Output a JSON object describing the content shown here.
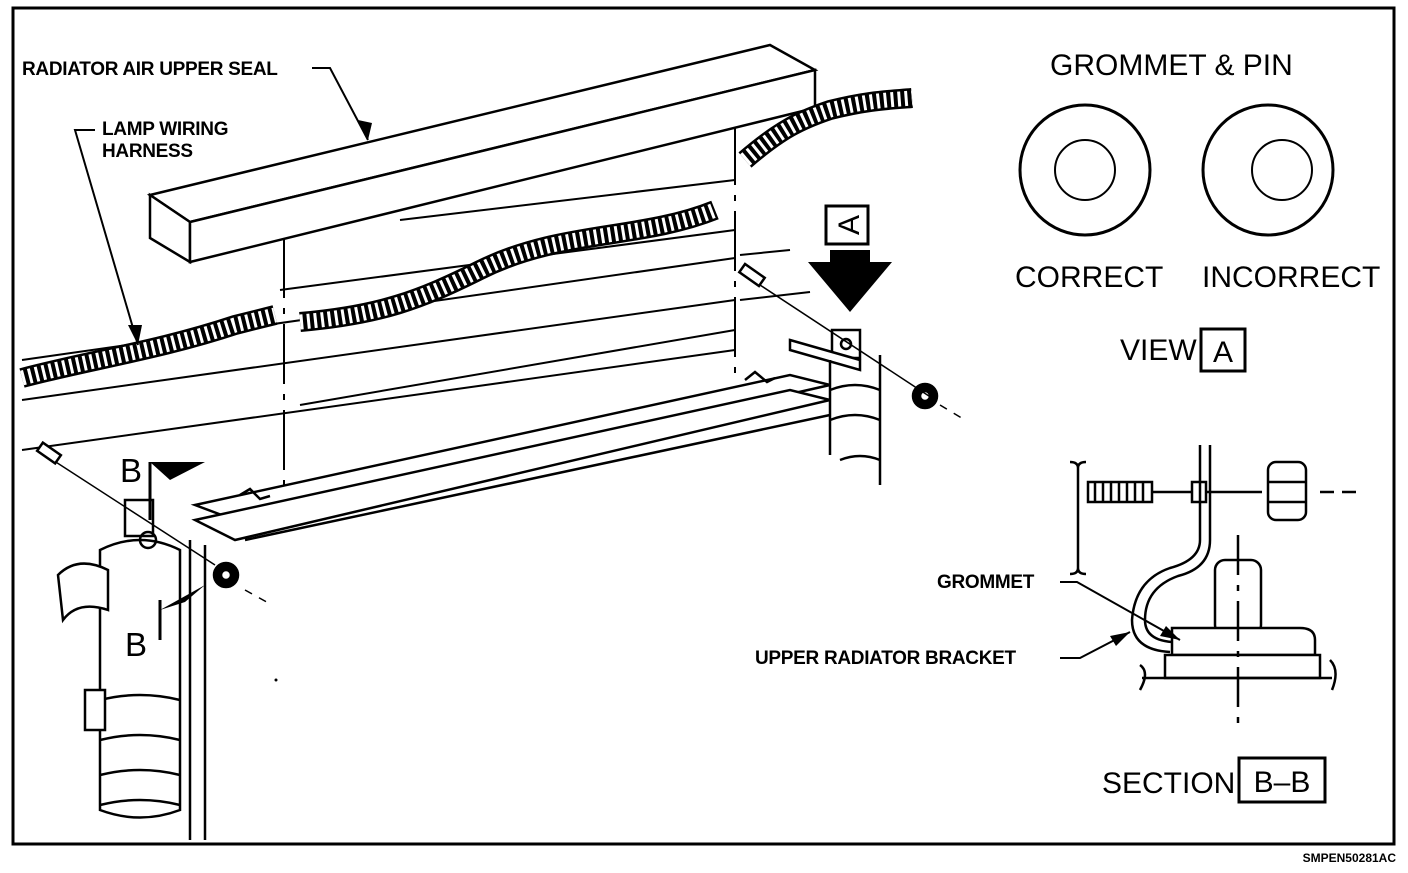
{
  "labels": {
    "upper_seal": "RADIATOR AIR UPPER SEAL",
    "harness_line1": "LAMP WIRING",
    "harness_line2": "HARNESS",
    "gromment_pin_title": "GROMMET & PIN",
    "correct": "CORRECT",
    "incorrect": "INCORRECT",
    "view": "VIEW",
    "view_id": "A",
    "callout_a": "A",
    "callout_b_top": "B",
    "callout_b_bottom": "B",
    "gromment": "GROMMET",
    "upper_bracket": "UPPER RADIATOR BRACKET",
    "section": "SECTION",
    "section_id": "B–B",
    "figure_code": "SMPEN50281AC"
  }
}
